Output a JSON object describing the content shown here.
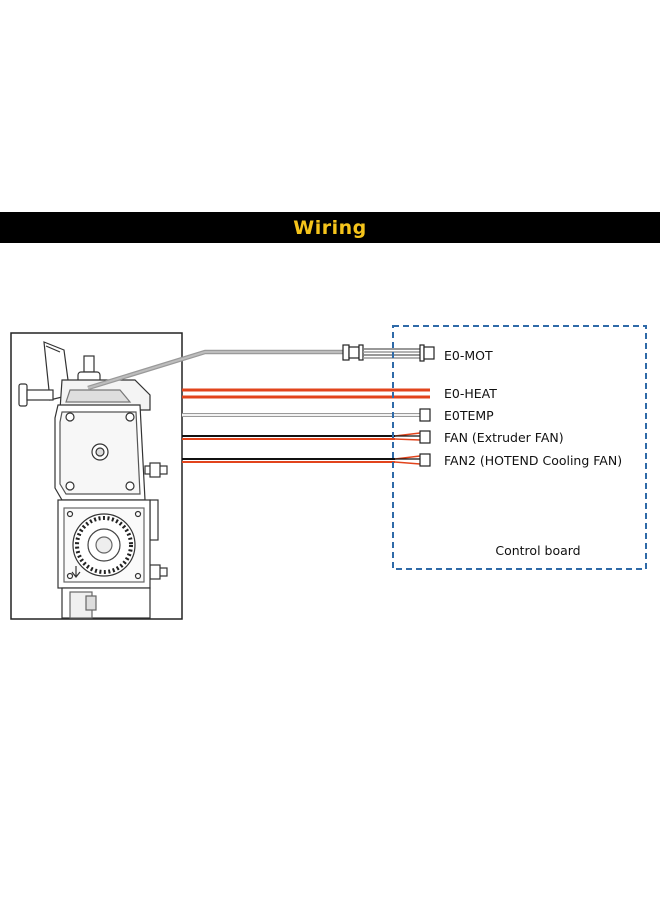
{
  "header": {
    "title": "Wiring"
  },
  "connectors": [
    {
      "label": "E0-MOT"
    },
    {
      "label": "E0-HEAT"
    },
    {
      "label": "E0TEMP"
    },
    {
      "label": "FAN (Extruder FAN)"
    },
    {
      "label": "FAN2 (HOTEND Cooling FAN)"
    }
  ],
  "board": {
    "label": "Control board"
  },
  "colors": {
    "banner_bg": "#000000",
    "banner_text": "#f5c41b",
    "board_border": "#2f6aa8",
    "wire_red": "#e2441c",
    "wire_gray": "#9a9a9a",
    "wire_black": "#111111"
  }
}
